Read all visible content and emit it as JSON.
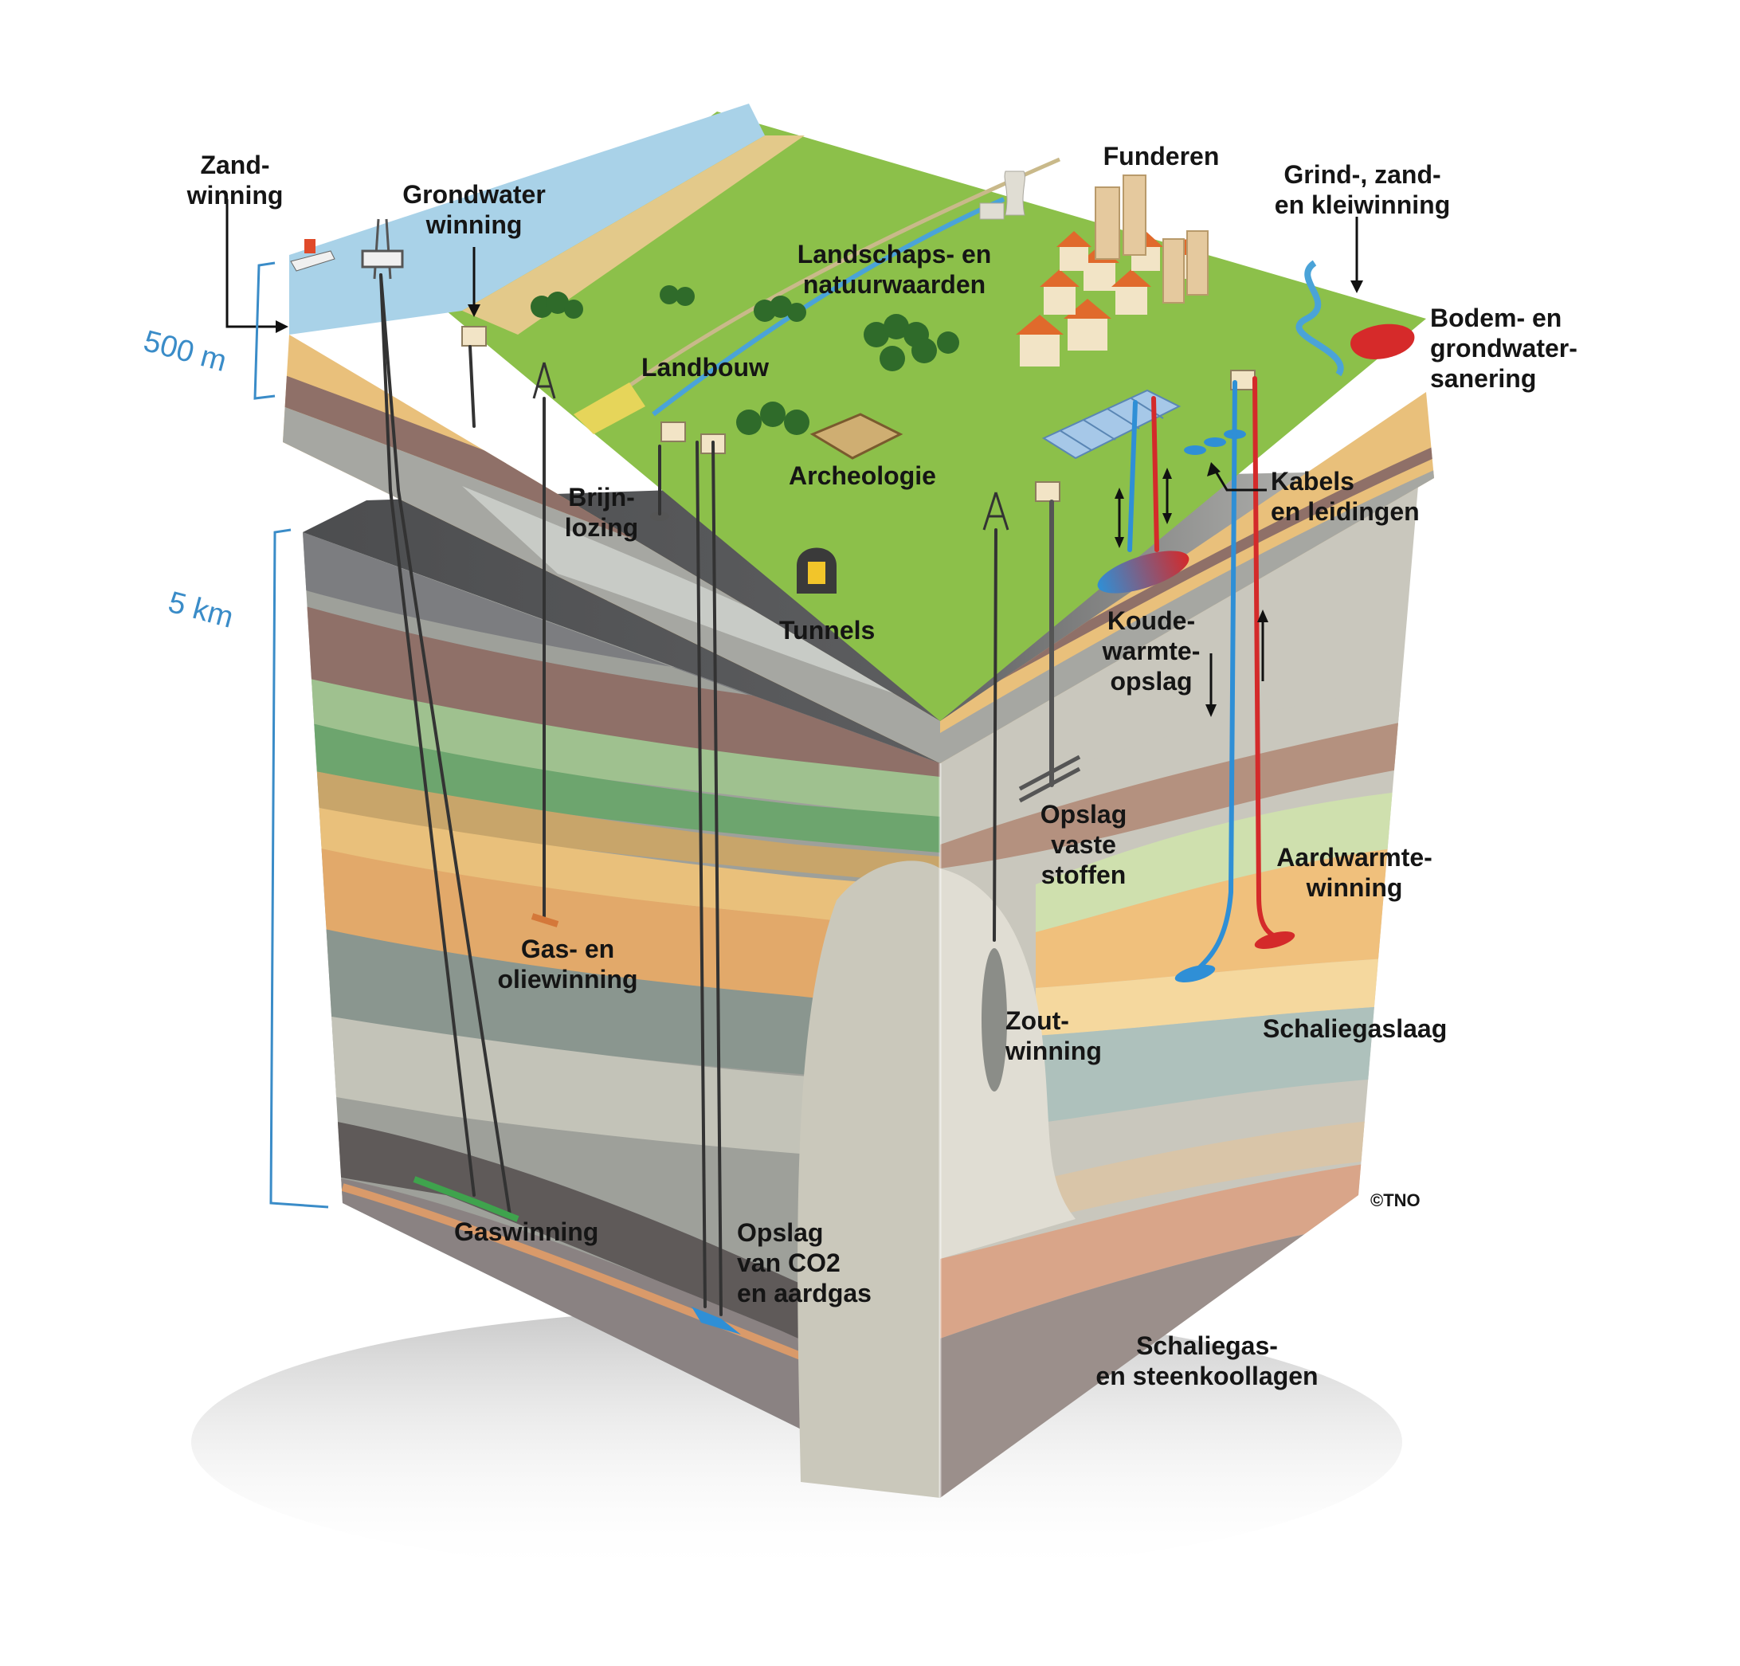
{
  "labels": {
    "zandwinning": "Zand-\nwinning",
    "grondwaterwinning": "Grondwater\nwinning",
    "funderen": "Funderen",
    "grind_zand_klei": "Grind-, zand-\nen kleiwinning",
    "landschap": "Landschaps- en\nnatuurwaarden",
    "bodem_sanering": "Bodem- en\ngrondwater-\nsanering",
    "landbouw": "Landbouw",
    "brijnlozing": "Brijn-\nlozing",
    "archeologie": "Archeologie",
    "kabels": "Kabels\nen leidingen",
    "tunnels": "Tunnels",
    "koude_warmte": "Koude-\nwarmte-\nopslag",
    "opslag_vaste": "Opslag\nvaste\nstoffen",
    "aardwarmte": "Aardwarmte-\nwinning",
    "gas_olie": "Gas- en\noliewinning",
    "zoutwinning": "Zout-\nwinning",
    "schaliegaslaag": "Schaliegaslaag",
    "gaswinning": "Gaswinning",
    "opslag_co2": "Opslag\nvan CO2\nen aardgas",
    "schaliegas_steenkool": "Schaliegas-\nen steenkoollagen",
    "copyright": "©TNO"
  },
  "scale": {
    "upper": "500 m",
    "lower": "5 km"
  },
  "colors": {
    "sea": "#a9d2e8",
    "grass": "#8cc04a",
    "sand": "#e9c07b",
    "brown": "#8f7068",
    "green_layer": "#7fae7a",
    "grey": "#a9aba3",
    "dark_grey": "#6a6c68",
    "salt": "#d4d2c8",
    "hot_pipe": "#d42a2a",
    "cold_pipe": "#2f8fd6",
    "scale_blue": "#3a8cc8"
  }
}
